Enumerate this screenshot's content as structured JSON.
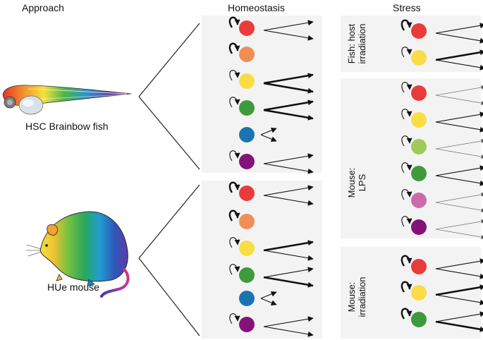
{
  "headers": {
    "approach": "Approach",
    "homeostasis": "Homeostasis",
    "stress": "Stress"
  },
  "models": {
    "fish": "HSC Brainbow fish",
    "mouse": "HUe mouse"
  },
  "stress_panels": {
    "fish_irradiation": [
      "Fish: host",
      "irradiation"
    ],
    "mouse_lps": [
      "Mouse:",
      "LPS"
    ],
    "mouse_irradiation": [
      "Mouse:",
      "irradiation"
    ]
  },
  "colors": {
    "red": "#ea3b3b",
    "orange": "#f28e55",
    "yellow": "#fadd45",
    "green": "#3f9a3c",
    "light_green": "#a0c95b",
    "blue": "#1a74b2",
    "purple": "#83137a",
    "pink": "#cc6ba8",
    "panel": "#f3f3f3"
  },
  "clones": {
    "fish_homeostasis": [
      {
        "color": "red",
        "self": "thick",
        "fan": "thin"
      },
      {
        "color": "orange",
        "self": "thick",
        "fan": "none"
      },
      {
        "color": "yellow",
        "self": "thin",
        "fan": "thick"
      },
      {
        "color": "green",
        "self": "thin",
        "fan": "thick"
      },
      {
        "color": "blue",
        "self": "none",
        "fan": "small"
      },
      {
        "color": "purple",
        "self": "thin",
        "fan": "thin"
      }
    ],
    "mouse_homeostasis": [
      {
        "color": "red",
        "self": "thick",
        "fan": "thin"
      },
      {
        "color": "orange",
        "self": "thick",
        "fan": "none"
      },
      {
        "color": "yellow",
        "self": "thin",
        "fan": "thick-upper"
      },
      {
        "color": "green",
        "self": "thin",
        "fan": "thick-lower"
      },
      {
        "color": "blue",
        "self": "none",
        "fan": "small"
      },
      {
        "color": "purple",
        "self": "thin",
        "fan": "thin"
      }
    ],
    "fish_irradiation": [
      {
        "color": "red",
        "self": "thick",
        "fan": "thin"
      },
      {
        "color": "yellow",
        "self": "thin",
        "fan": "thick-upper"
      }
    ],
    "mouse_lps": [
      {
        "color": "red",
        "self": "thin",
        "fan": "faint"
      },
      {
        "color": "yellow",
        "self": "thin",
        "fan": "thin"
      },
      {
        "color": "light_green",
        "self": "thin",
        "fan": "faint"
      },
      {
        "color": "green",
        "self": "thin",
        "fan": "thin"
      },
      {
        "color": "pink",
        "self": "thin",
        "fan": "faint"
      },
      {
        "color": "purple",
        "self": "thin",
        "fan": "faint"
      }
    ],
    "mouse_irradiation": [
      {
        "color": "red",
        "self": "thick",
        "fan": "thin"
      },
      {
        "color": "yellow",
        "self": "thick",
        "fan": "thick-upper"
      },
      {
        "color": "green",
        "self": "thick",
        "fan": "thick-lower"
      }
    ]
  }
}
